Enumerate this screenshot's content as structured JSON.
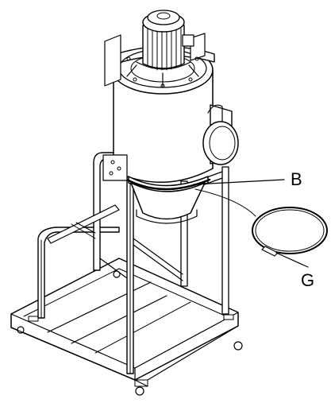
{
  "figure": {
    "colors": {
      "line": "#000000",
      "background": "#ffffff"
    },
    "callouts": [
      {
        "letter": "B",
        "refers_to": "collection-drum-clamp-band"
      },
      {
        "letter": "G",
        "refers_to": "loose-clamp-ring"
      }
    ]
  }
}
